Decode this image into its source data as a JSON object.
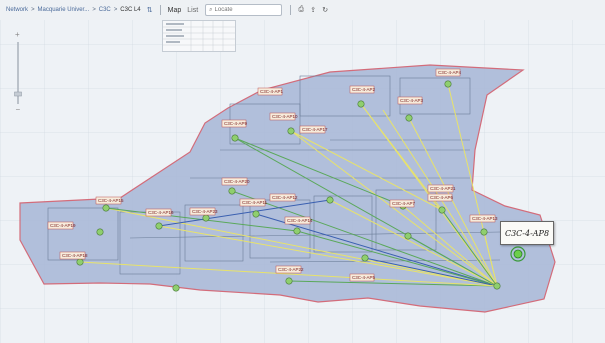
{
  "breadcrumb": {
    "items": [
      "Network",
      "Macquarie Univer...",
      "C3C",
      "C3C L4"
    ],
    "separator": ">"
  },
  "toolbar": {
    "map_label": "Map",
    "list_label": "List",
    "search_placeholder": "Locate"
  },
  "callout": {
    "text": "C3C-4-AP8"
  },
  "access_points": [
    {
      "label": "C3C-4-AP1"
    },
    {
      "label": "C3C-4-AP2"
    },
    {
      "label": "C3C-4-AP3"
    },
    {
      "label": "C3C-4-AP4"
    },
    {
      "label": "C3C-4-AP5"
    },
    {
      "label": "C3C-4-AP6"
    },
    {
      "label": "C3C-4-AP7"
    },
    {
      "label": "C3C-4-AP9"
    },
    {
      "label": "C3C-4-AP10"
    },
    {
      "label": "C3C-4-AP11"
    },
    {
      "label": "C3C-4-AP12"
    },
    {
      "label": "C3C-4-AP13"
    },
    {
      "label": "C3C-4-AP14"
    },
    {
      "label": "C3C-4-AP15"
    },
    {
      "label": "C3C-4-AP16"
    },
    {
      "label": "C3C-4-AP17"
    },
    {
      "label": "C3C-4-AP18"
    },
    {
      "label": "C3C-4-AP19"
    },
    {
      "label": "C3C-4-AP20"
    },
    {
      "label": "C3C-4-AP21"
    },
    {
      "label": "C3C-4-AP22"
    },
    {
      "label": "C3C-4-AP23"
    }
  ],
  "colors": {
    "floor_fill": "#a9b9d8",
    "floor_edge": "#d05a6a",
    "link_yellow": "#e8e36a",
    "link_green": "#5aa85a",
    "link_blue": "#3a5fb0",
    "ap_node": "#8fcf6e"
  }
}
